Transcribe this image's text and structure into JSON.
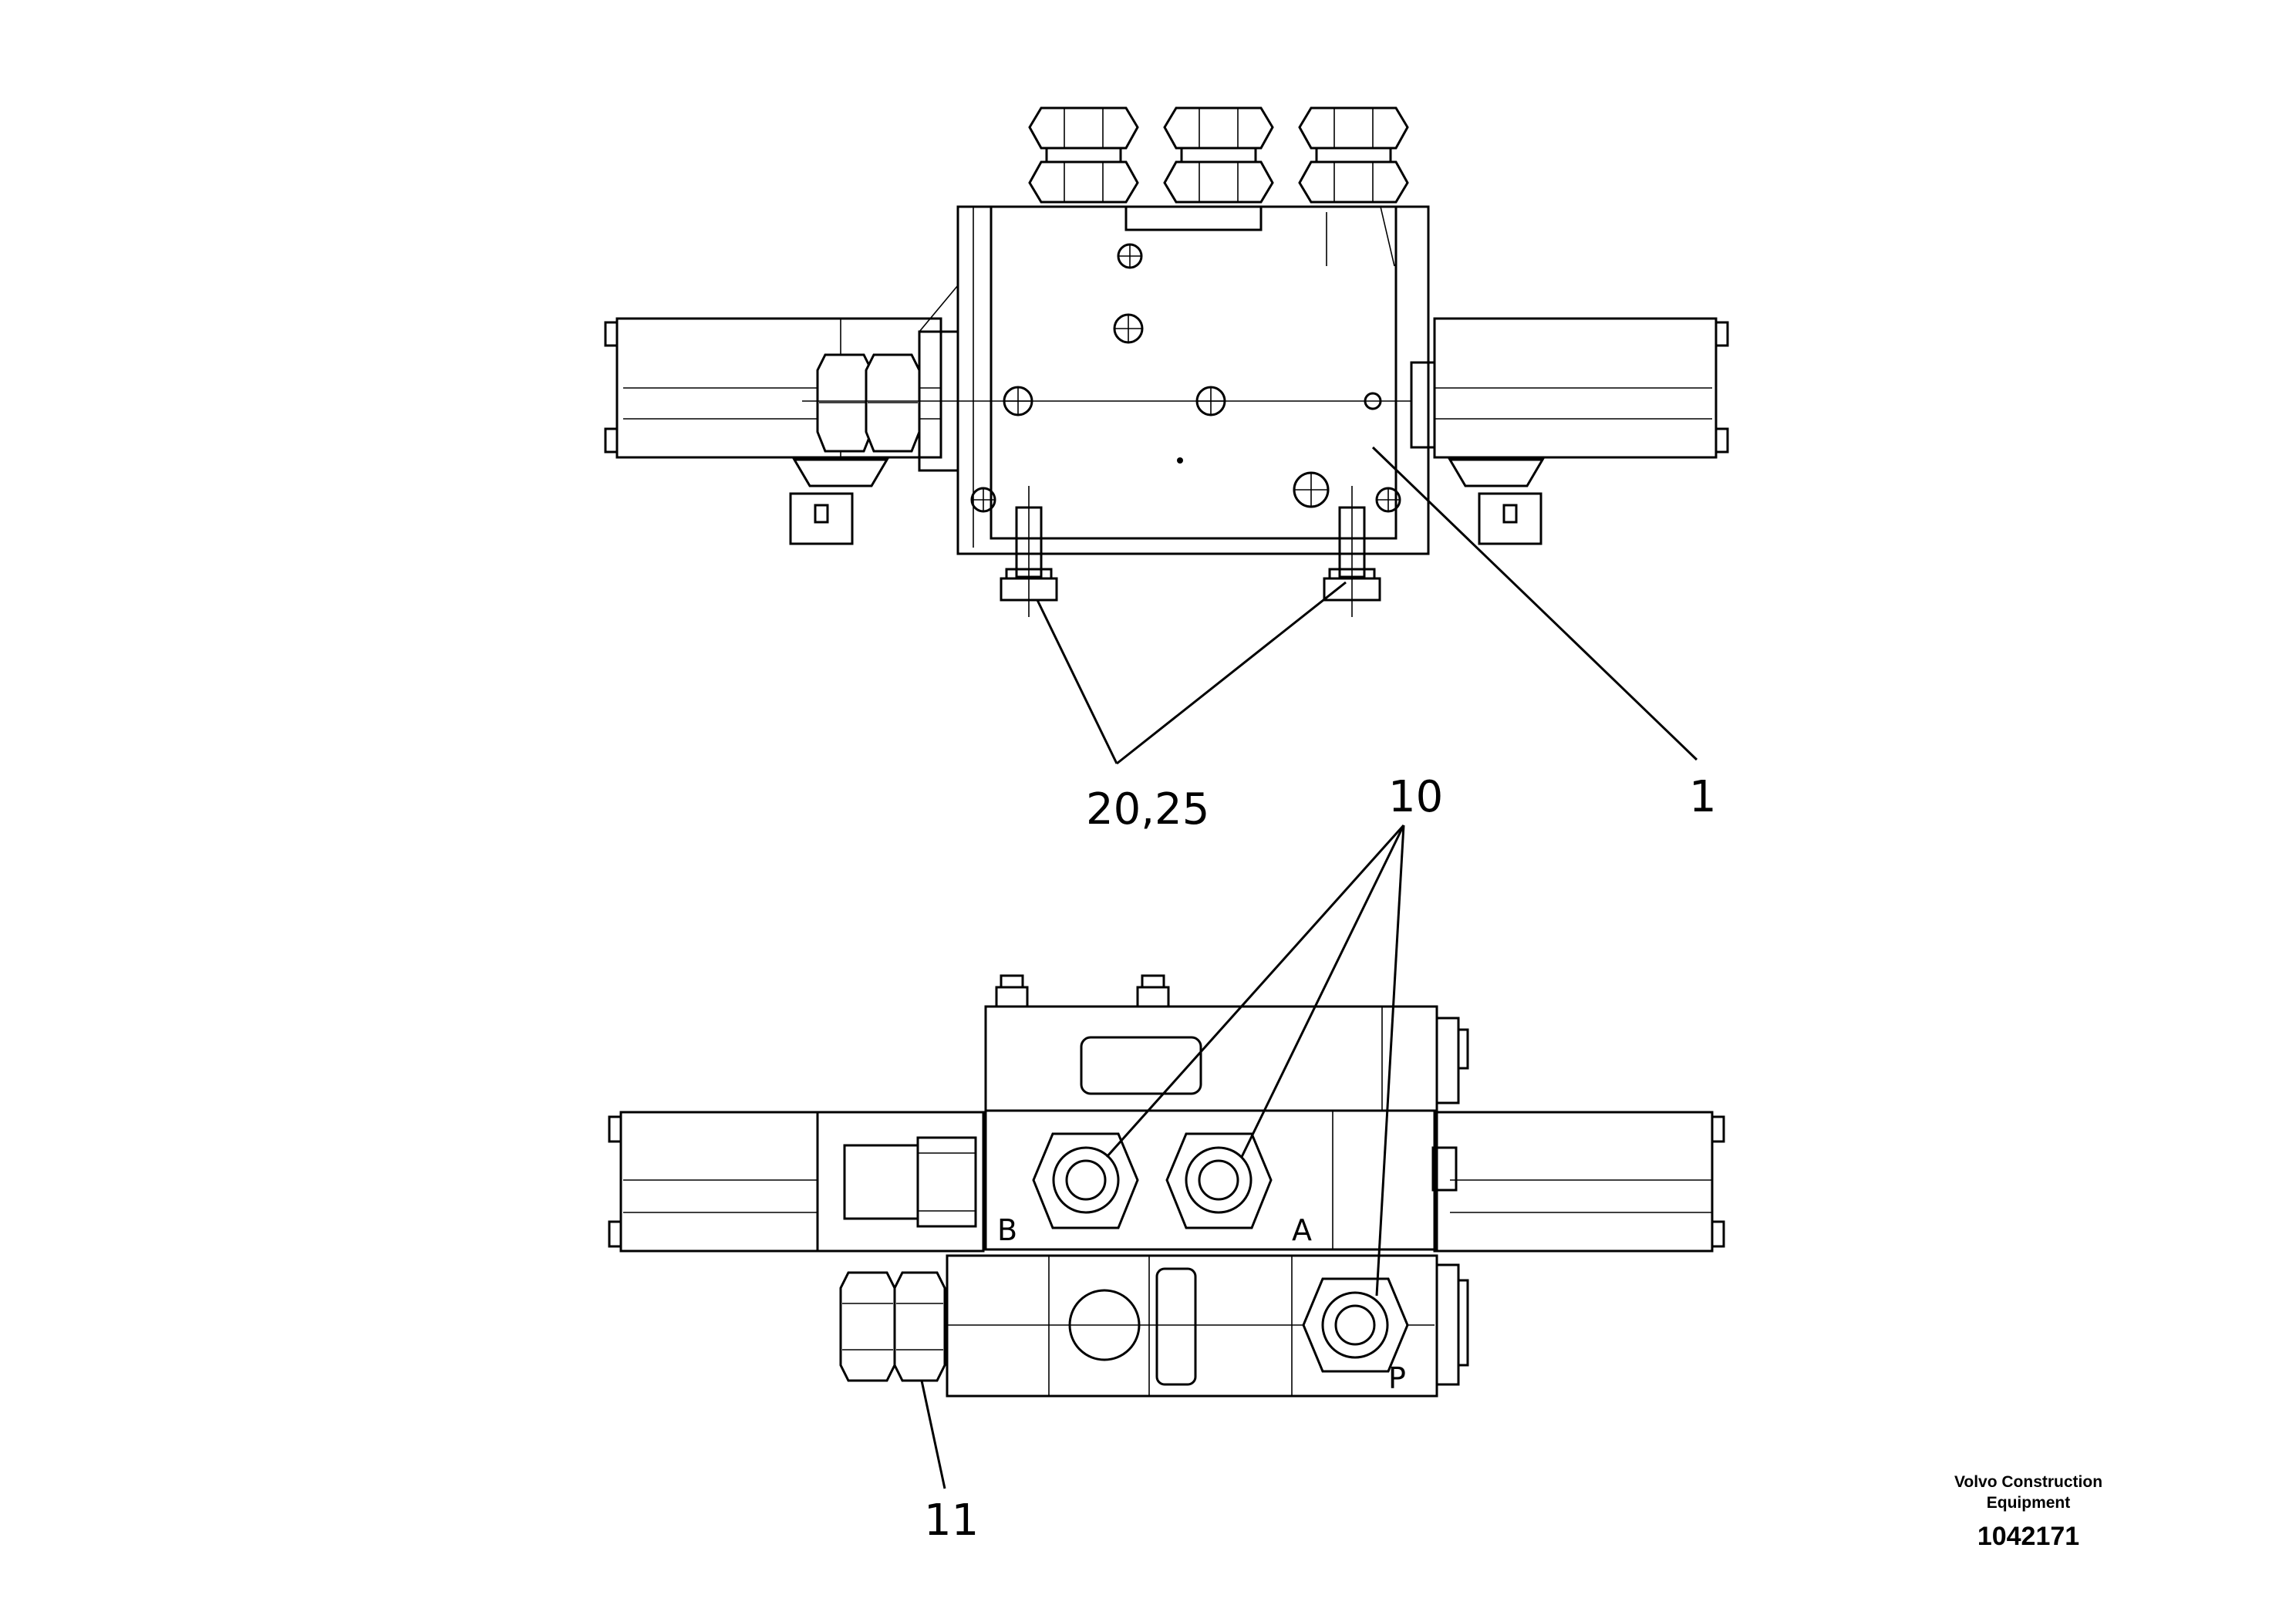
{
  "callouts": {
    "part_1": "1",
    "part_20_25": "20,25",
    "part_10": "10",
    "part_11": "11"
  },
  "ports": {
    "b": "B",
    "a": "A",
    "p": "P"
  },
  "title_block": {
    "manufacturer_line1": "Volvo Construction",
    "manufacturer_line2": "Equipment",
    "document_number": "1042171"
  }
}
